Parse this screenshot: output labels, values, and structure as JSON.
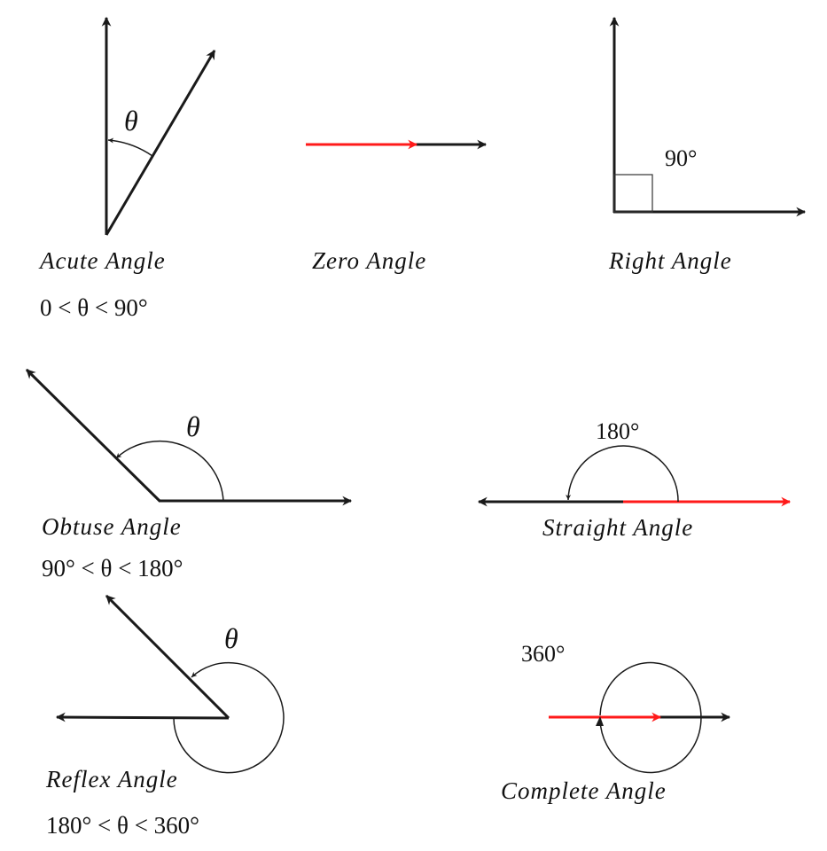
{
  "title": "Types of Angles",
  "colors": {
    "ray": "#1a1a1a",
    "highlight": "#ff1a1a"
  },
  "angles": {
    "acute": {
      "label": "Acute Angle",
      "symbol": "θ",
      "range": "0 < θ < 90°"
    },
    "zero": {
      "label": "Zero Angle"
    },
    "right": {
      "label": "Right Angle",
      "measure": "90°"
    },
    "obtuse": {
      "label": "Obtuse Angle",
      "symbol": "θ",
      "range": "90° < θ < 180°"
    },
    "straight": {
      "label": "Straight Angle",
      "measure": "180°"
    },
    "reflex": {
      "label": "Reflex Angle",
      "symbol": "θ",
      "range": "180° < θ < 360°"
    },
    "complete": {
      "label": "Complete Angle",
      "measure": "360°"
    }
  }
}
